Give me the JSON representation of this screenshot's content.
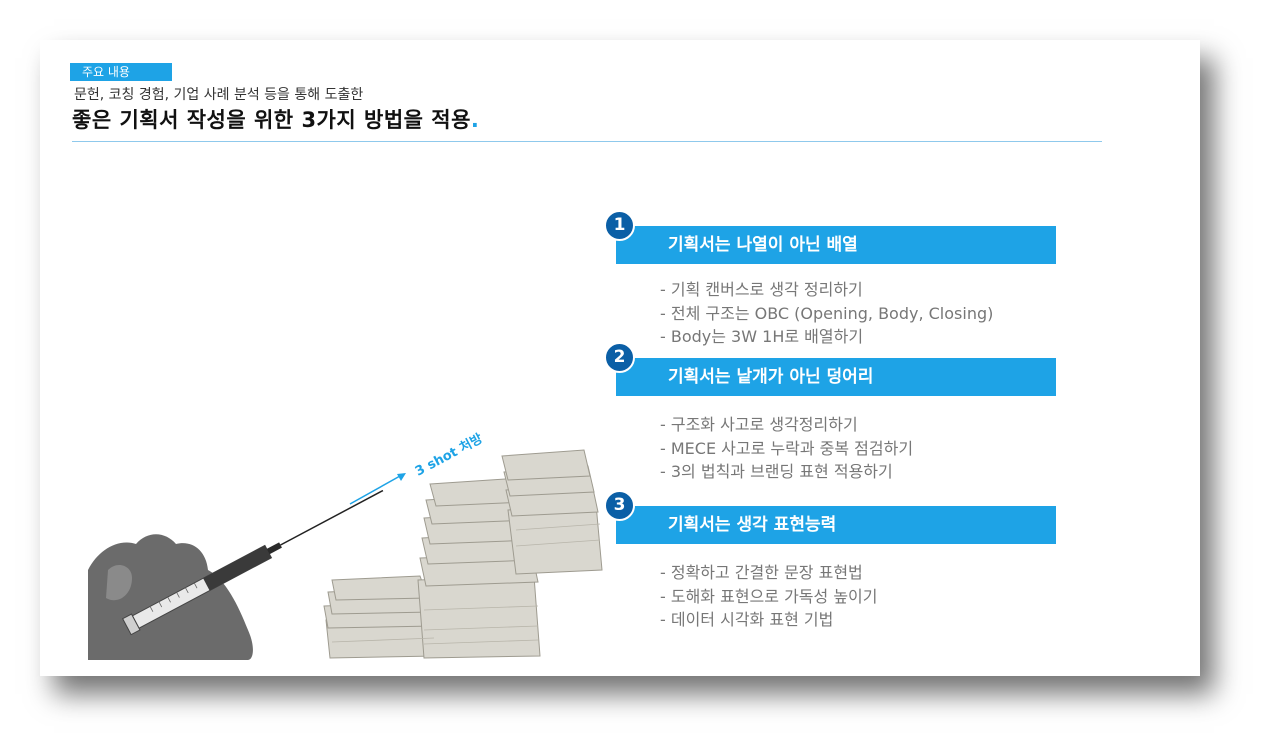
{
  "tag_label": "주요 내용",
  "subtitle": "문헌, 코칭 경험, 기업 사례 분석 등을 통해 도출한",
  "title": "좋은 기획서 작성을 위한 3가지 방법을 적용",
  "title_dot": ".",
  "illustration": {
    "syringe_label": "3 shot 처방"
  },
  "sections": [
    {
      "number": "1",
      "title": "기획서는 나열이 아닌 배열",
      "bullets": [
        "- 기획 캔버스로 생각 정리하기",
        "- 전체 구조는 OBC (Opening, Body, Closing)",
        "- Body는 3W 1H로 배열하기"
      ]
    },
    {
      "number": "2",
      "title": "기획서는 낱개가 아닌 덩어리",
      "bullets": [
        "- 구조화 사고로 생각정리하기",
        "- MECE 사고로 누락과 중복 점검하기",
        "- 3의 법칙과 브랜딩 표현 적용하기"
      ]
    },
    {
      "number": "3",
      "title": "기획서는 생각 표현능력",
      "bullets": [
        "- 정확하고 간결한 문장 표현법",
        "- 도해화 표현으로 가독성 높이기",
        "- 데이터 시각화 표현 기법"
      ]
    }
  ],
  "colors": {
    "accent": "#1ea3e6",
    "number_badge": "#0b5fa6",
    "bullet_text": "#777777"
  }
}
